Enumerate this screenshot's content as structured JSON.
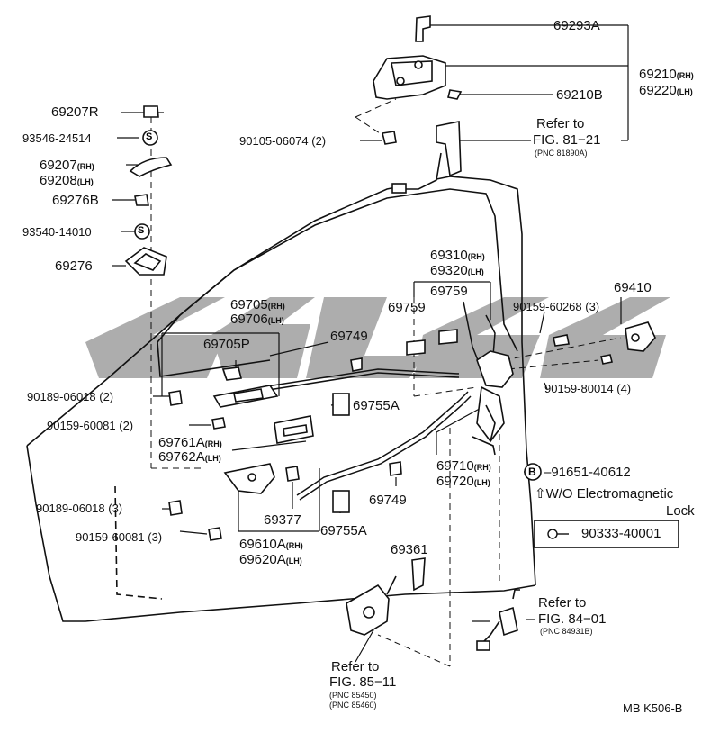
{
  "part_numbers": {
    "p69293A": "69293A",
    "p69210": "69210",
    "p69220": "69220",
    "p69210B": "69210B",
    "p69207R": "69207R",
    "p93546": "93546-24514",
    "p69207": "69207",
    "p69208": "69208",
    "p69276B": "69276B",
    "p93540": "93540-14010",
    "p69276": "69276",
    "p90105": "90105-06074 (2)",
    "p69310": "69310",
    "p69320": "69320",
    "p69759a": "69759",
    "p69759b": "69759",
    "p69410": "69410",
    "p90159_60268": "90159-60268 (3)",
    "p90159_80014": "90159-80014 (4)",
    "p69705": "69705",
    "p69706": "69706",
    "p69705P": "69705P",
    "p69749a": "69749",
    "p69749b": "69749",
    "p90189_a": "90189-06018 (2)",
    "p90159_60081a": "90159-60081 (2)",
    "p69755A_a": "69755A",
    "p69755A_b": "69755A",
    "p69761A": "69761A",
    "p69762A": "69762A",
    "p69710": "69710",
    "p69720": "69720",
    "p91651": "91651-40612",
    "p90189_b": "90189-06018 (3)",
    "p90159_60081b": "90159-60081 (3)",
    "p69377": "69377",
    "p69610A": "69610A",
    "p69620A": "69620A",
    "p69361": "69361",
    "p90333": "90333-40001"
  },
  "suffixes": {
    "rh": "(RH)",
    "lh": "(LH)"
  },
  "references": {
    "ref81_line1": "Refer to",
    "ref81_line2": "FIG. 81−21",
    "ref81_pnc": "(PNC 81890A)",
    "ref84_line1": "Refer to",
    "ref84_line2": "FIG. 84−01",
    "ref84_pnc": "(PNC 84931B)",
    "ref85_line1": "Refer to",
    "ref85_line2": "FIG. 85−11",
    "ref85_pnc1": "(PNC 85450)",
    "ref85_pnc2": "(PNC 85460)"
  },
  "notes": {
    "b_marker": "B",
    "s_marker": "S",
    "wo_line1": "⇧W/O Electromagnetic",
    "wo_line2": "Lock"
  },
  "figure_code": "MB K506-B",
  "colors": {
    "ink": "#111111",
    "watermark": "#9a9a9a"
  }
}
